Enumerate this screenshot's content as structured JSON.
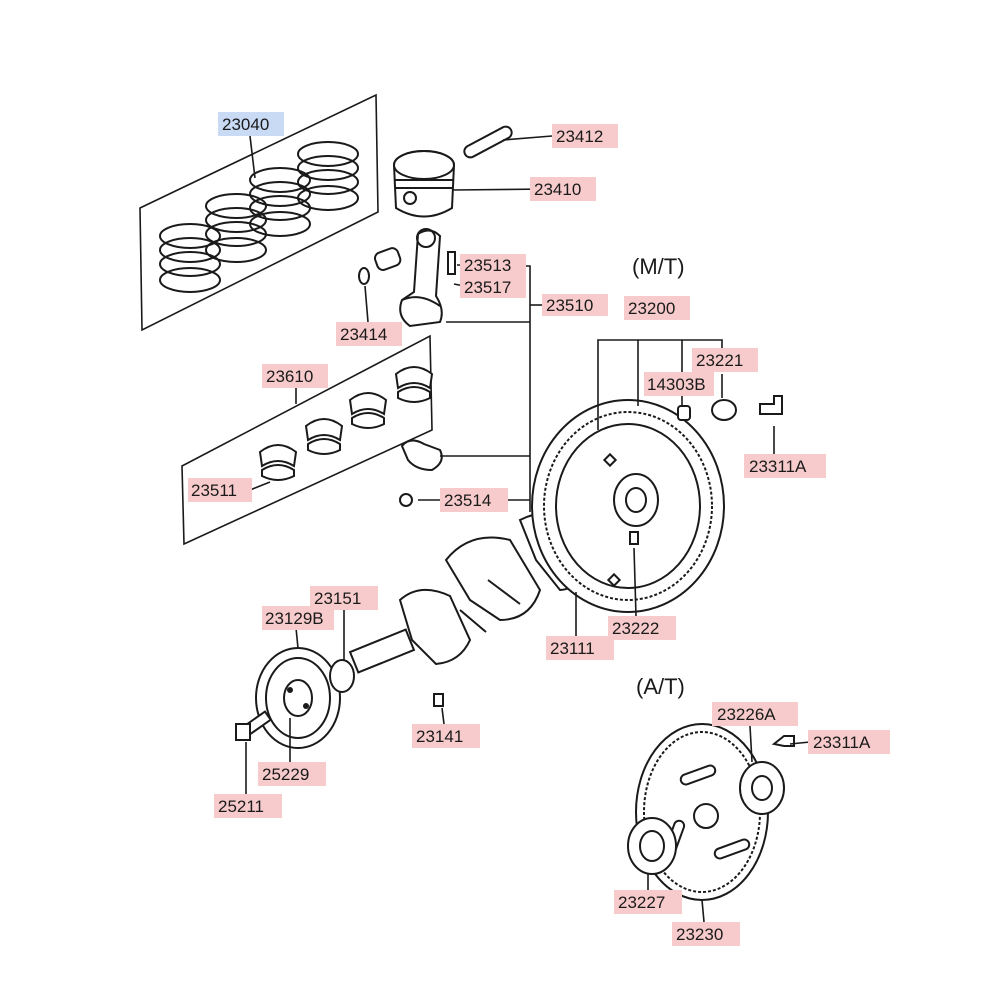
{
  "section_labels": {
    "mt": "(M/T)",
    "at": "(A/T)"
  },
  "colors": {
    "callout_bg": "#f7cbcb",
    "callout_selected_bg": "#c9daf5",
    "line": "#1a1a1a"
  },
  "callouts": {
    "p23040": "23040",
    "p23412": "23412",
    "p23410": "23410",
    "p23513": "23513",
    "p23517": "23517",
    "p23510": "23510",
    "p23414": "23414",
    "p23610": "23610",
    "p23511": "23511",
    "p23514": "23514",
    "p23200": "23200",
    "p23221": "23221",
    "p14303b": "14303B",
    "p23311a_mt": "23311A",
    "p23222": "23222",
    "p23111": "23111",
    "p23151": "23151",
    "p23129b": "23129B",
    "p23141": "23141",
    "p25229": "25229",
    "p25211": "25211",
    "p23226a": "23226A",
    "p23311a_at": "23311A",
    "p23227": "23227",
    "p23230": "23230"
  }
}
